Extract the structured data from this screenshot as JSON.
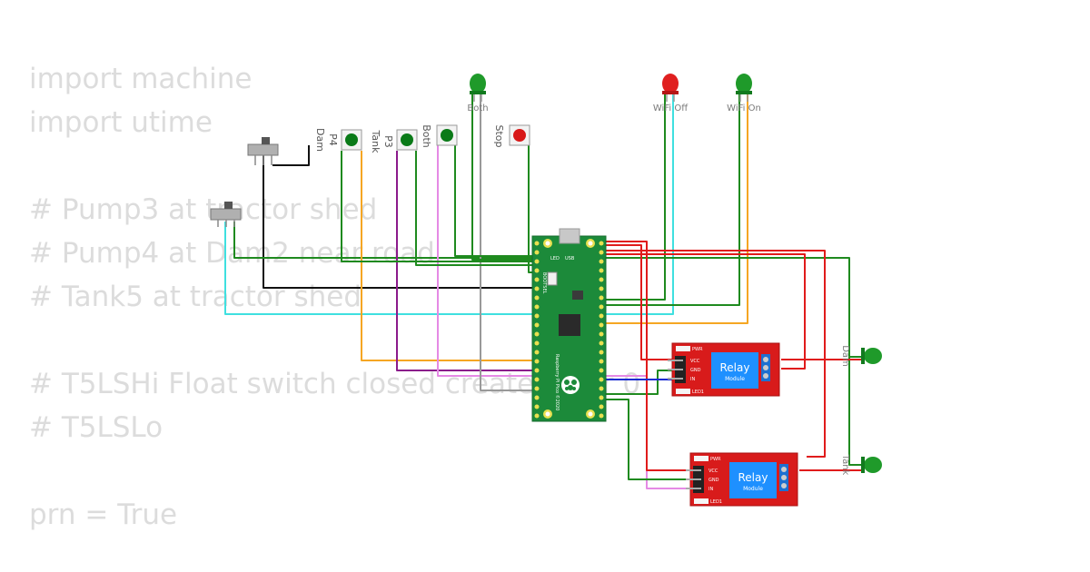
{
  "code_lines": [
    "import machine",
    "import utime",
    "",
    "# Pump3 at tractor shed",
    "# Pump4 at Dam2 near road",
    "# Tank5 at tractor shed",
    "",
    "# T5LSHi Float switch closed creates 0 or 0",
    "# T5LSLo",
    "",
    "prn = True"
  ],
  "components": {
    "led_both": "Both",
    "led_wifi_off": "WiFi Off",
    "led_wifi_on": "WiFi On",
    "btn_p4": "P4",
    "btn_p4_sub": "Dam",
    "btn_p3": "P3",
    "btn_p3_sub": "Tank",
    "btn_both": "Both",
    "btn_stop": "Stop",
    "led_dam": "Dam",
    "led_tank": "Tank"
  },
  "relay": {
    "title": "Relay",
    "subtitle": "Module",
    "pin_vcc": "VCC",
    "pin_gnd": "GND",
    "pin_in": "IN",
    "pwr": "PWR",
    "led1": "LED1"
  },
  "pico": {
    "board_text": "Raspberry Pi Pico ©2020",
    "usb": "USB",
    "led": "LED",
    "bootsel": "BOOTSEL"
  },
  "colors": {
    "wire_red": "#e01b1b",
    "wire_green": "#1f8a1f",
    "wire_cyan": "#3fe0e0",
    "wire_orange": "#f5a623",
    "wire_purple": "#8b1a8b",
    "wire_pink": "#e58ae5",
    "wire_gray": "#999999",
    "wire_black": "#111111",
    "wire_blue": "#1a2bd1",
    "board_green": "#1c8a3a",
    "relay_red": "#d81b1b",
    "relay_blue": "#1e90ff"
  }
}
